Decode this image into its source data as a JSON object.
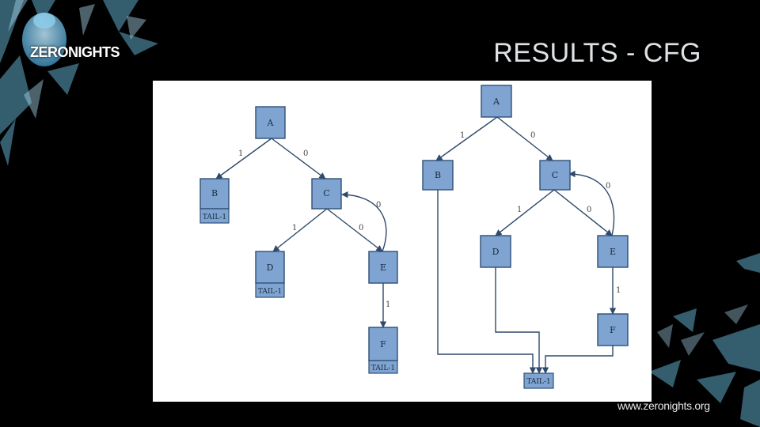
{
  "logo": {
    "text": "ZERONIGHTS"
  },
  "slide": {
    "title": "RESULTS - CFG"
  },
  "footer": {
    "url": "www.zeronights.org"
  },
  "colors": {
    "background": "#000000",
    "node_fill": "#7fa4d2",
    "node_stroke": "#2f4f74",
    "panel": "#ffffff"
  },
  "graphs": {
    "left": {
      "nodes": {
        "A": "A",
        "B": "B",
        "C": "C",
        "D": "D",
        "E": "E",
        "F": "F"
      },
      "tails": {
        "B": "TAIL-1",
        "D": "TAIL-1",
        "F": "TAIL-1"
      },
      "edges": {
        "A_B": "1",
        "A_C": "0",
        "C_D": "1",
        "C_E": "0",
        "E_C": "0",
        "E_F": "1"
      }
    },
    "right": {
      "nodes": {
        "A": "A",
        "B": "B",
        "C": "C",
        "D": "D",
        "E": "E",
        "F": "F",
        "TAIL": "TAIL-1"
      },
      "edges": {
        "A_B": "1",
        "A_C": "0",
        "C_D": "1",
        "C_E": "0",
        "E_C": "0",
        "E_F": "1"
      }
    }
  }
}
